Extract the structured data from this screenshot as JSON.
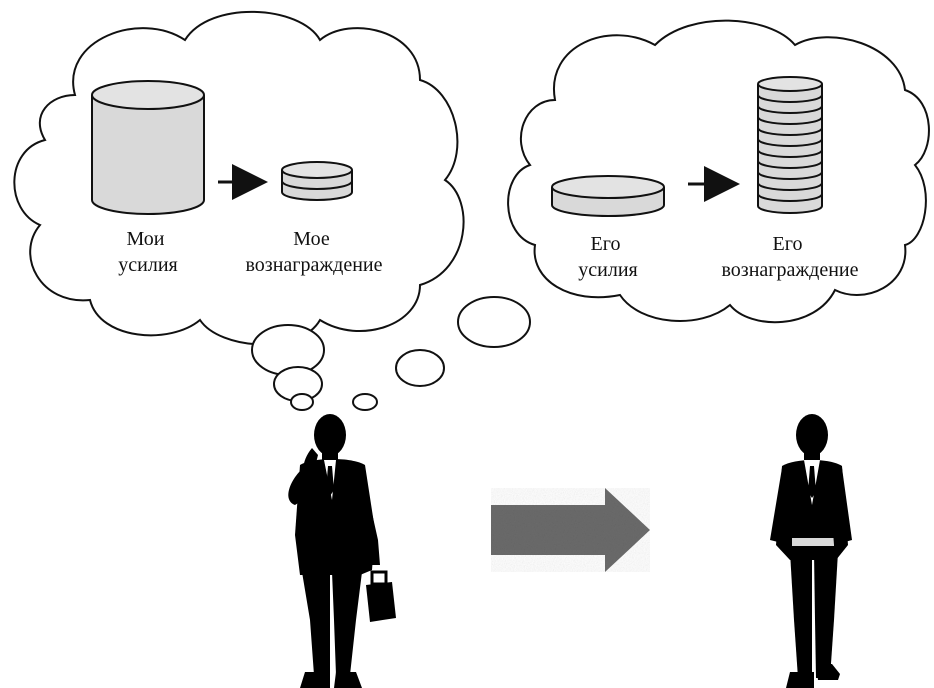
{
  "left_thought": {
    "effort_label": [
      "Мои",
      "усилия"
    ],
    "reward_label": [
      "Мое",
      "вознаграждение"
    ]
  },
  "right_thought": {
    "effort_label": [
      "Его",
      "усилия"
    ],
    "reward_label": [
      "Его",
      "вознаграждение"
    ]
  },
  "colors": {
    "outline": "#111111",
    "fill_light": "#d9d9d9",
    "arrow_gray": "#6b6b6b",
    "silhouette": "#000000"
  }
}
